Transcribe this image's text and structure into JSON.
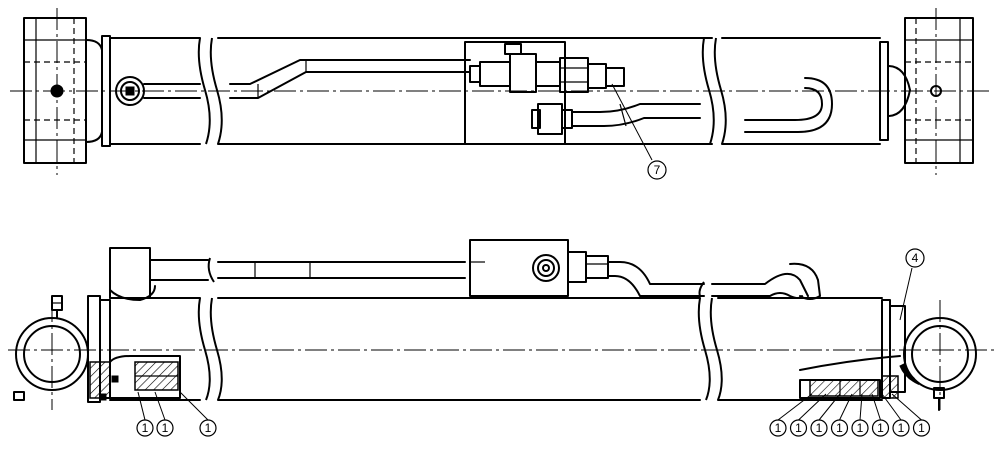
{
  "callouts": {
    "top_view": [
      "7"
    ],
    "side_view_left": [
      "1",
      "1",
      "1"
    ],
    "side_view_right": [
      "1",
      "1",
      "1",
      "1",
      "1",
      "1",
      "1",
      "1"
    ],
    "side_view_top_right": [
      "4"
    ]
  }
}
